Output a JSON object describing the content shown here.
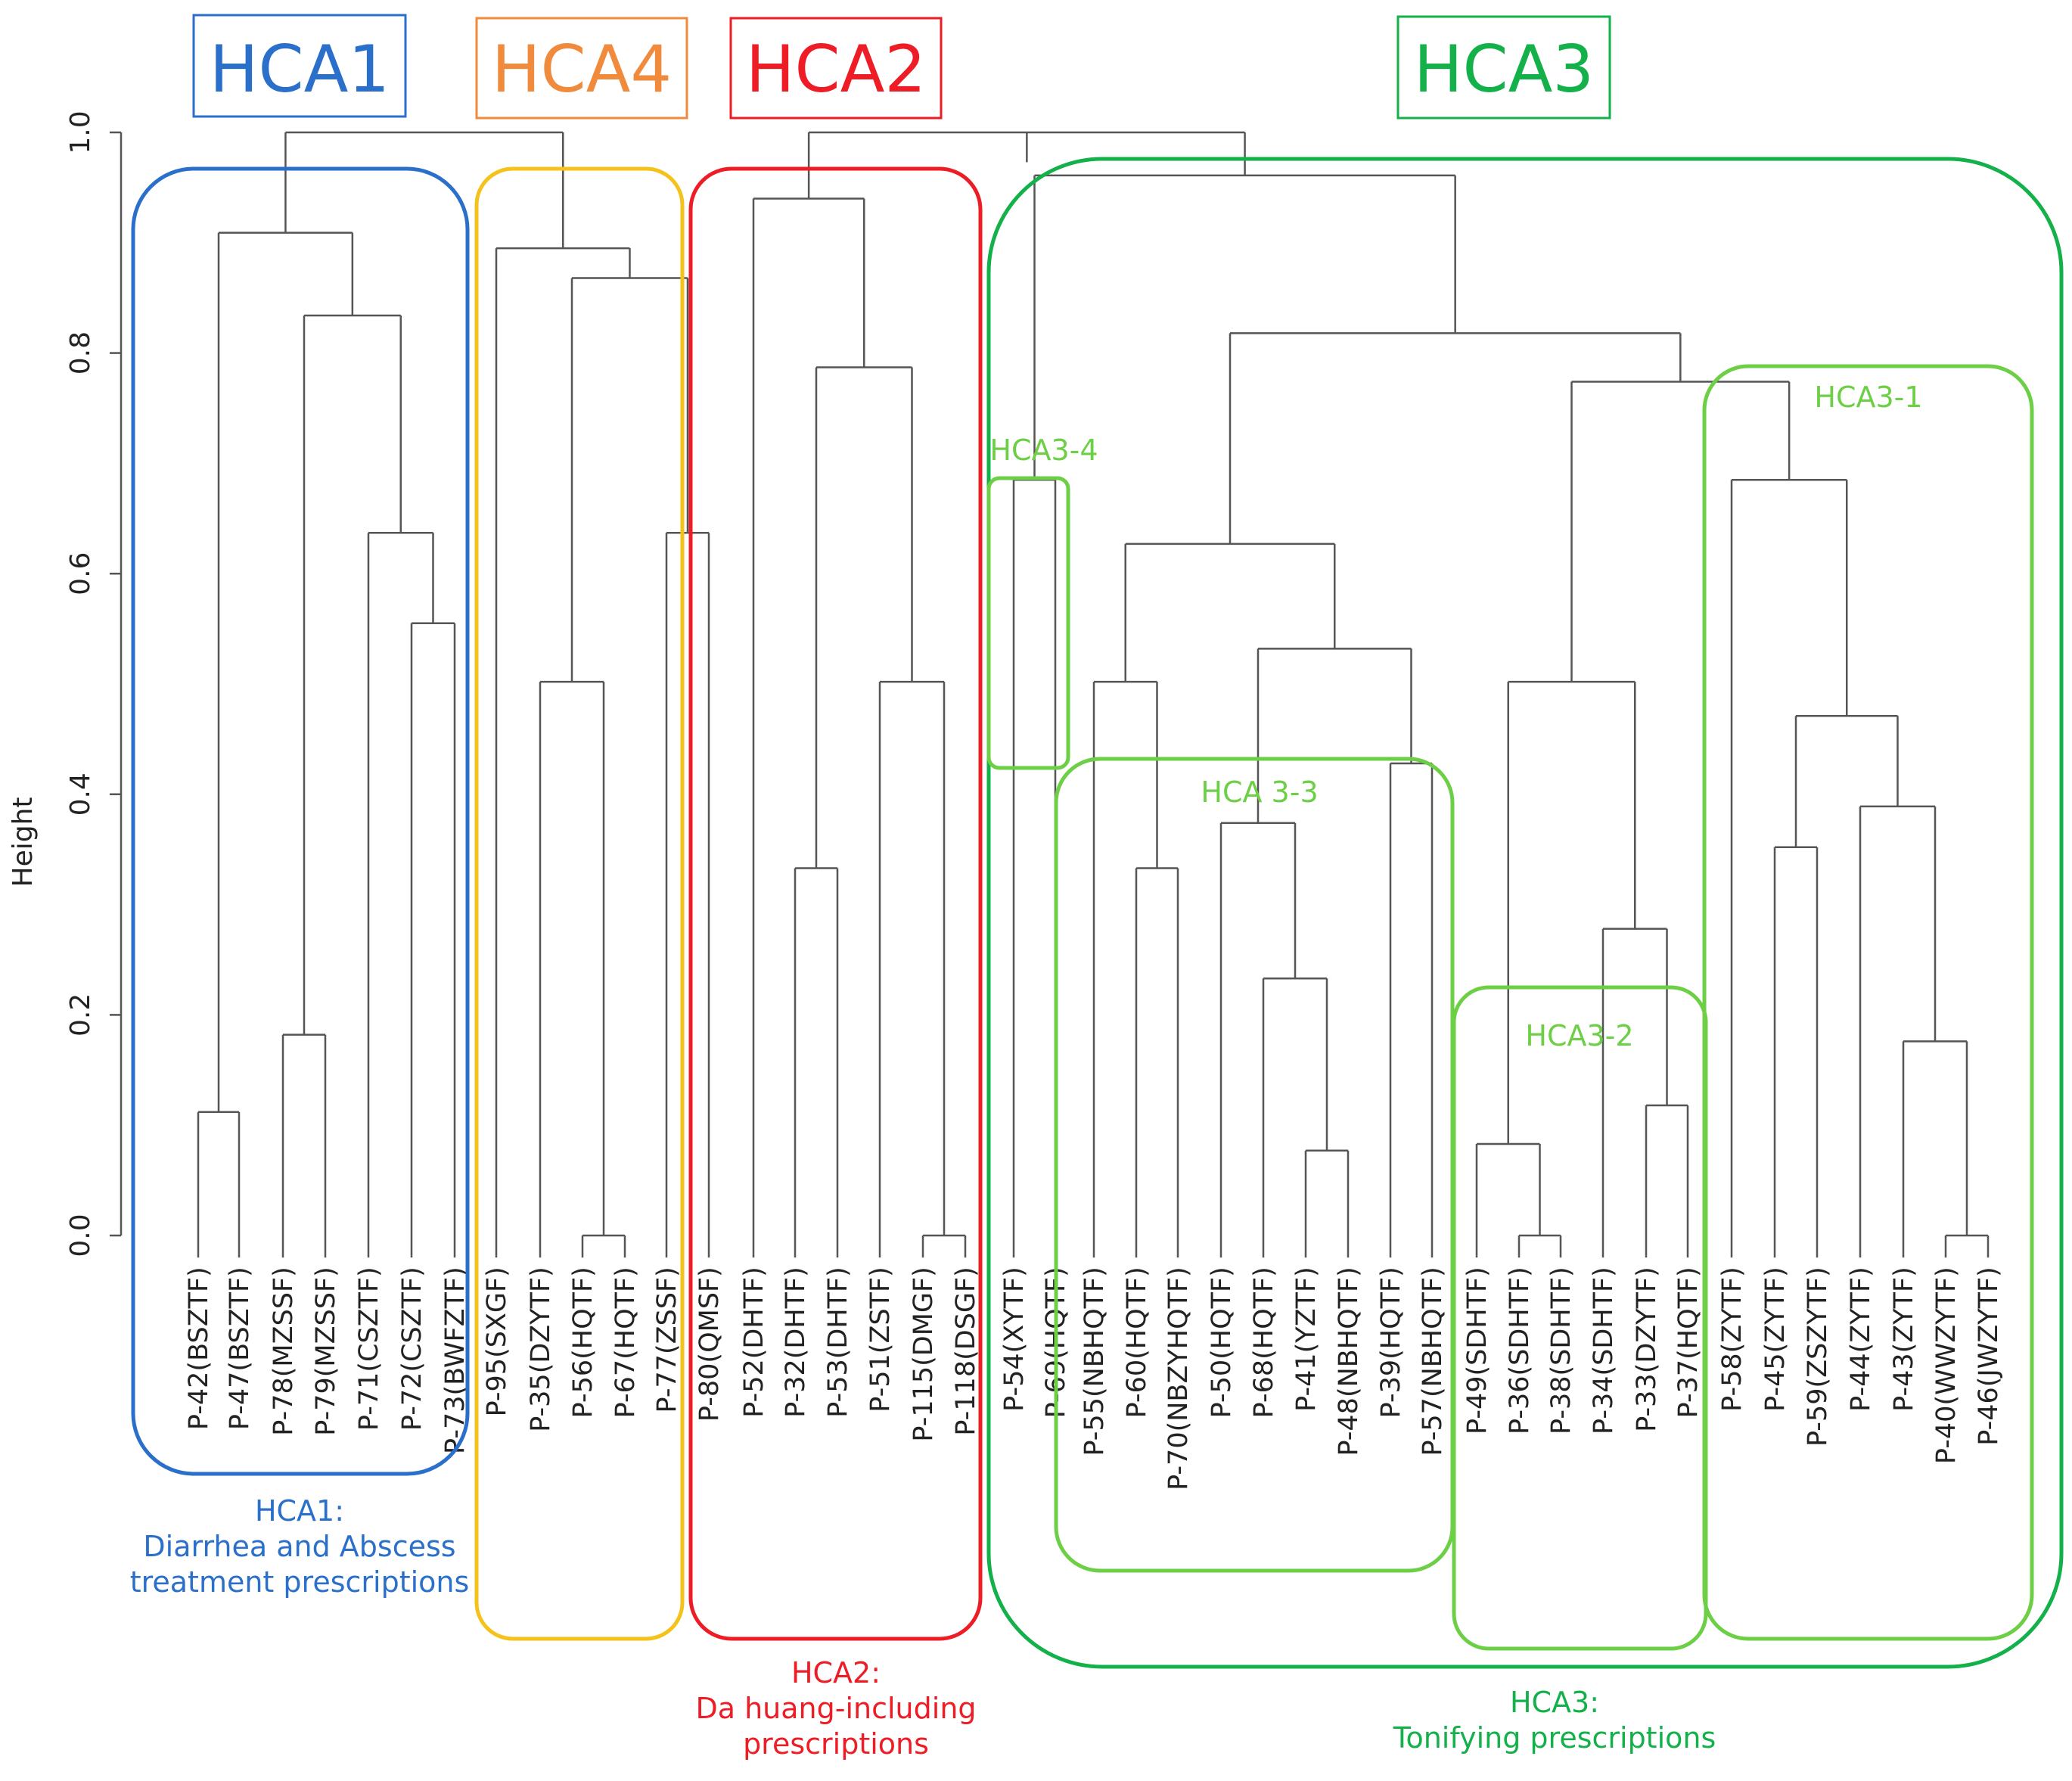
{
  "axis": {
    "label": "Height",
    "ticks": [
      "0.0",
      "0.2",
      "0.4",
      "0.6",
      "0.8",
      "1.0"
    ],
    "tick_values": [
      0.0,
      0.2,
      0.4,
      0.6,
      0.8,
      1.0
    ]
  },
  "colors": {
    "hca1": "#2a6fc9",
    "hca4_title": "#f08a3c",
    "hca4_frame": "#f5c21b",
    "hca2": "#ee1c24",
    "hca3": "#14b14b",
    "hca3_sub": "#6ccf46",
    "lines": "#555555"
  },
  "titles": {
    "hca1": "HCA1",
    "hca4": "HCA4",
    "hca2": "HCA2",
    "hca3": "HCA3"
  },
  "subclusters": {
    "hca3_1": "HCA3-1",
    "hca3_2": "HCA3-2",
    "hca3_3": "HCA 3-3",
    "hca3_4": "HCA3-4"
  },
  "captions": {
    "hca1": [
      "HCA1:",
      "Diarrhea and Abscess",
      "treatment prescriptions"
    ],
    "hca2": [
      "HCA2:",
      "Da huang-including",
      "prescriptions"
    ],
    "hca3": [
      "HCA3:",
      "Tonifying prescriptions"
    ]
  },
  "leaves": [
    "P-42(BSZTF)",
    "P-47(BSZTF)",
    "P-78(MZSSF)",
    "P-79(MZSSF)",
    "P-71(CSZTF)",
    "P-72(CSZTF)",
    "P-73(BWFZTF)",
    "P-95(SXGF)",
    "P-35(DZYTF)",
    "P-56(HQTF)",
    "P-67(HQTF)",
    "P-77(ZSSF)",
    "P-80(QMSF)",
    "P-52(DHTF)",
    "P-32(DHTF)",
    "P-53(DHTF)",
    "P-51(ZSTF)",
    "P-115(DMGF)",
    "P-118(DSGF)",
    "P-54(XYTF)",
    "P-69(HQTF)",
    "P-55(NBHQTF)",
    "P-60(HQTF)",
    "P-70(NBZYHQTF)",
    "P-50(HQTF)",
    "P-68(HQTF)",
    "P-41(YZTF)",
    "P-48(NBHQTF)",
    "P-39(HQTF)",
    "P-57(NBHQTF)",
    "P-49(SDHTF)",
    "P-36(SDHTF)",
    "P-38(SDHTF)",
    "P-34(SDHTF)",
    "P-33(DZYTF)",
    "P-37(HQTF)",
    "P-58(ZYTF)",
    "P-45(ZYTF)",
    "P-59(ZSZYTF)",
    "P-44(ZYTF)",
    "P-43(ZYTF)",
    "P-40(WWZYTF)",
    "P-46(JWZYTF)"
  ],
  "merges": [
    {
      "a": 0,
      "b": 1,
      "h": 0.112
    },
    {
      "a": 2,
      "b": 3,
      "h": 0.182
    },
    {
      "a": 5,
      "b": 6,
      "h": 0.555
    },
    {
      "a": 4,
      "b": "m2",
      "h": 0.637
    },
    {
      "a": "m1",
      "b": "m3",
      "h": 0.834
    },
    {
      "a": "m0",
      "b": "m4",
      "h": 0.909
    },
    {
      "a": 9,
      "b": 10,
      "h": 0.0
    },
    {
      "a": 8,
      "b": "m6",
      "h": 0.502
    },
    {
      "a": 11,
      "b": 12,
      "h": 0.637
    },
    {
      "a": "m7",
      "b": "m8",
      "h": 0.868
    },
    {
      "a": 7,
      "b": "m9",
      "h": 0.895
    },
    {
      "a": "m5",
      "b": "m10",
      "h": 1.0
    },
    {
      "a": 14,
      "b": 15,
      "h": 0.333
    },
    {
      "a": 17,
      "b": 18,
      "h": 0.0
    },
    {
      "a": 16,
      "b": "m13",
      "h": 0.502
    },
    {
      "a": "m12",
      "b": "m14",
      "h": 0.787
    },
    {
      "a": 13,
      "b": "m15",
      "h": 0.94
    },
    {
      "a": 19,
      "b": 20,
      "h": 0.685
    },
    {
      "a": 22,
      "b": 23,
      "h": 0.333
    },
    {
      "a": 21,
      "b": "m18",
      "h": 0.502
    },
    {
      "a": 26,
      "b": 27,
      "h": 0.077
    },
    {
      "a": 25,
      "b": "m20",
      "h": 0.233
    },
    {
      "a": 24,
      "b": "m21",
      "h": 0.374
    },
    {
      "a": 28,
      "b": 29,
      "h": 0.428
    },
    {
      "a": "m22",
      "b": "m23",
      "h": 0.532
    },
    {
      "a": "m19",
      "b": "m24",
      "h": 0.627
    },
    {
      "a": 31,
      "b": 32,
      "h": 0.0
    },
    {
      "a": 30,
      "b": "m26",
      "h": 0.083
    },
    {
      "a": 34,
      "b": 35,
      "h": 0.118
    },
    {
      "a": 33,
      "b": "m28",
      "h": 0.278
    },
    {
      "a": "m27",
      "b": "m29",
      "h": 0.502
    },
    {
      "a": 41,
      "b": 42,
      "h": 0.0
    },
    {
      "a": 40,
      "b": "m31",
      "h": 0.176
    },
    {
      "a": 39,
      "b": "m32",
      "h": 0.389
    },
    {
      "a": 37,
      "b": 38,
      "h": 0.352
    },
    {
      "a": "m34",
      "b": "m33",
      "h": 0.471
    },
    {
      "a": 36,
      "b": "m35",
      "h": 0.685
    },
    {
      "a": "m30",
      "b": "m36",
      "h": 0.774
    },
    {
      "a": "m25",
      "b": "m37",
      "h": 0.818
    },
    {
      "a": "m17",
      "b": "m38",
      "h": 0.961
    },
    {
      "a": "m16",
      "b": "m39",
      "h": 1.0
    }
  ],
  "root_top_height": 0.973
}
